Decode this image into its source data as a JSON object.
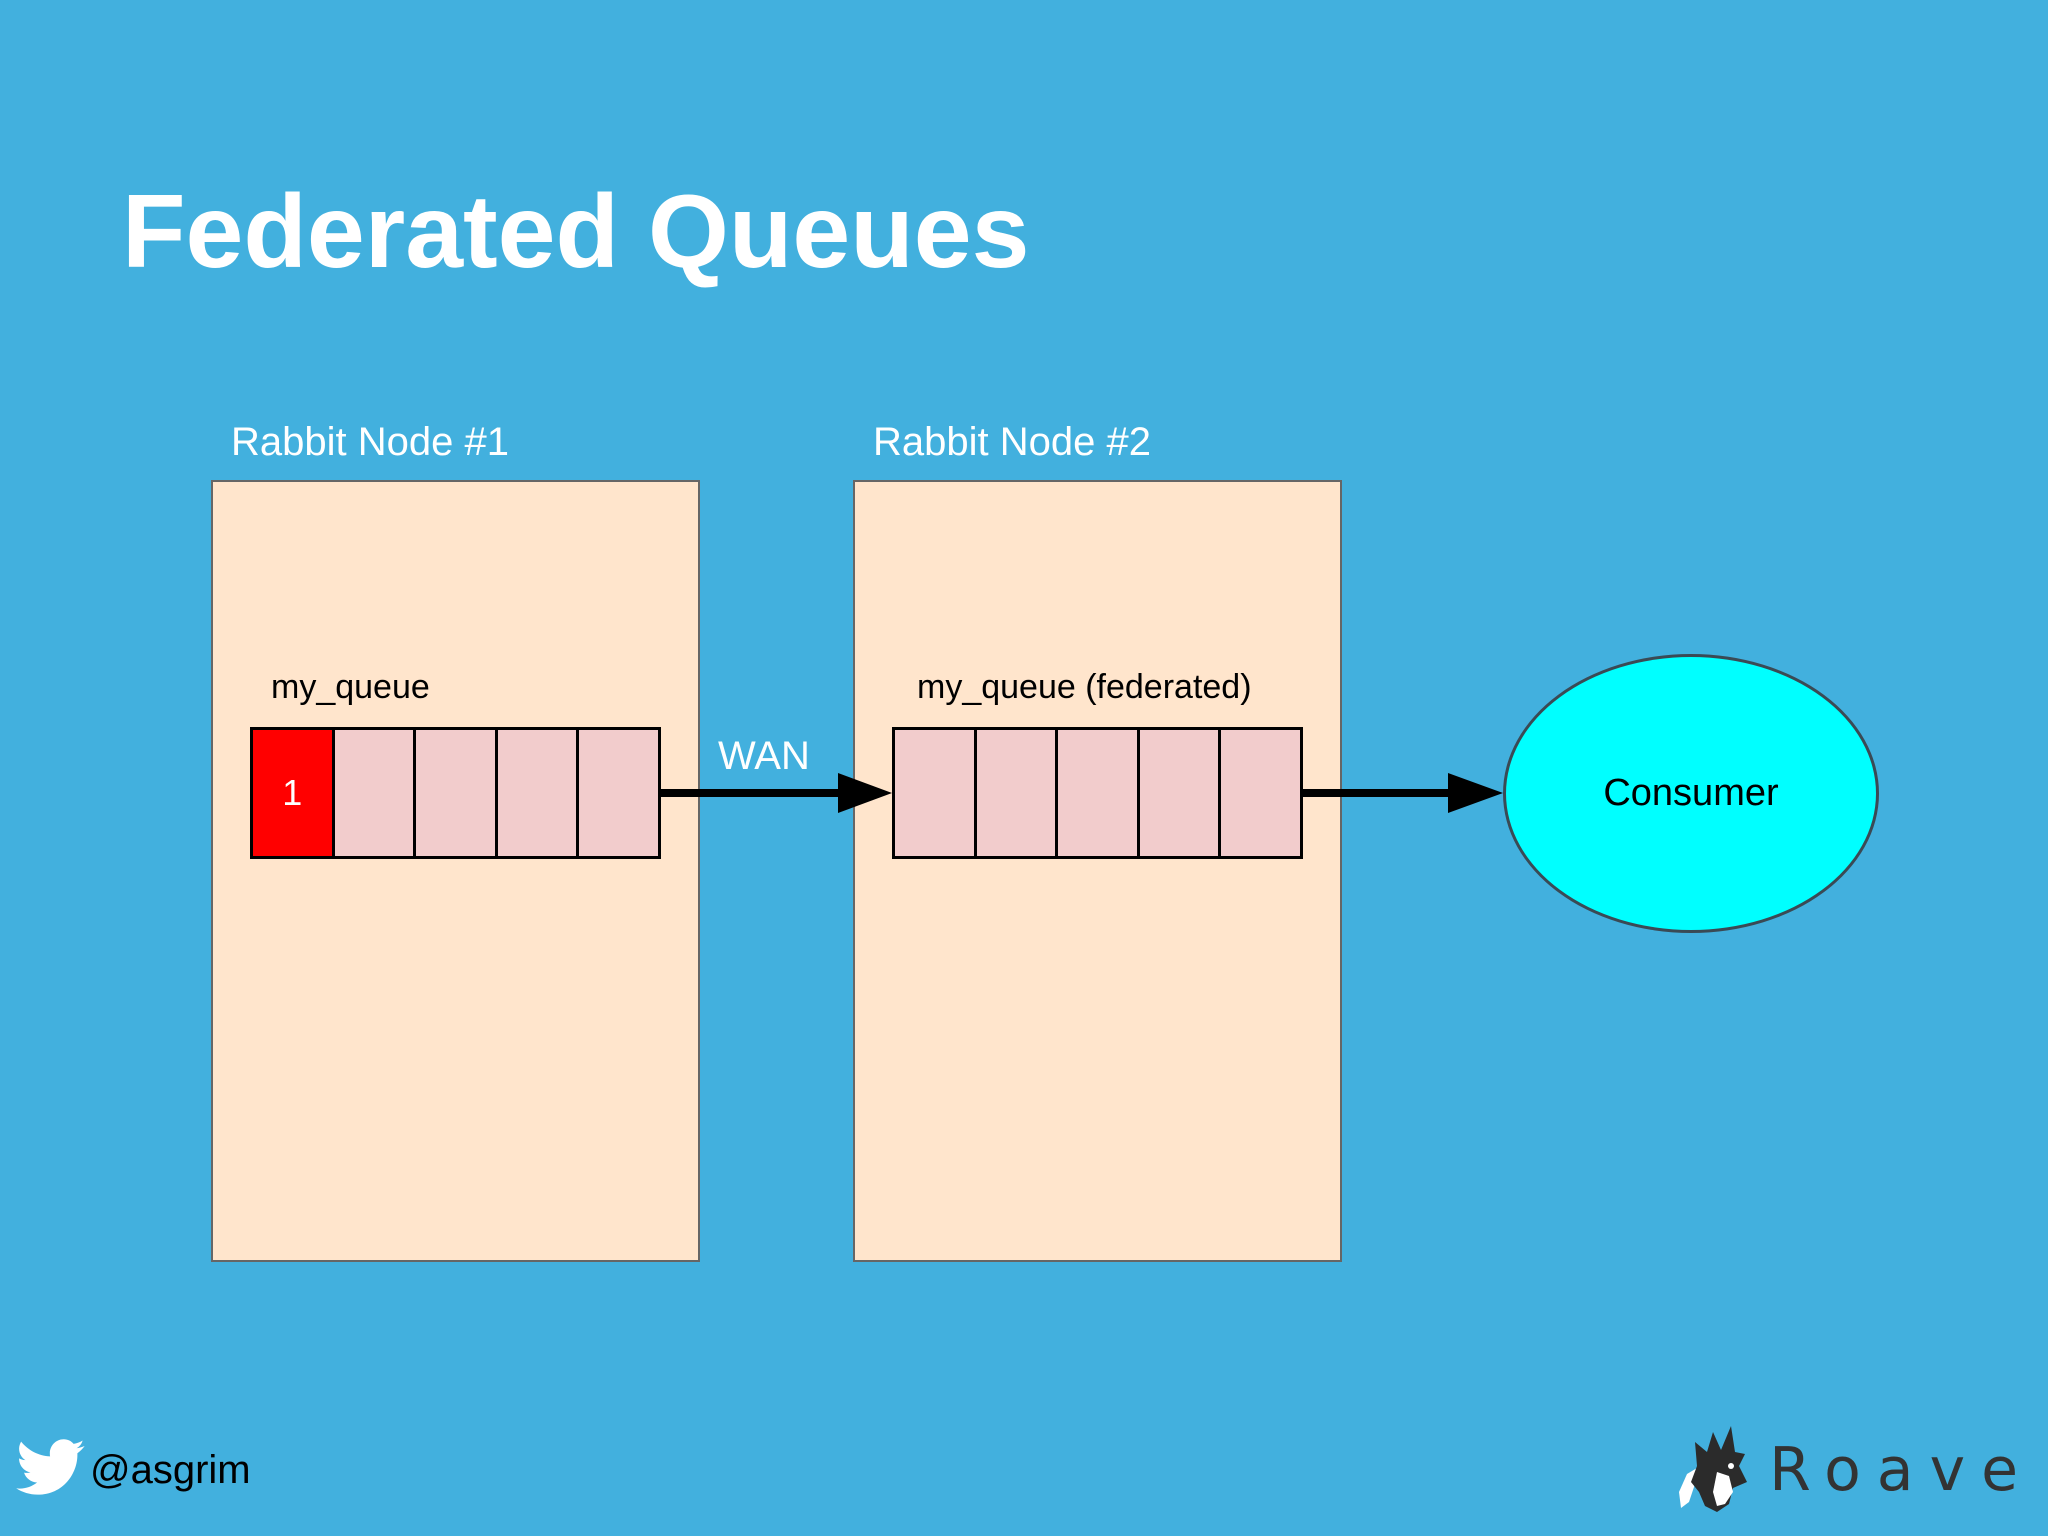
{
  "slide": {
    "title": "Federated Queues"
  },
  "nodes": [
    {
      "label": "Rabbit Node #1",
      "queue_label": "my_queue",
      "queue_cells": [
        "1",
        "",
        "",
        "",
        ""
      ]
    },
    {
      "label": "Rabbit Node #2",
      "queue_label": "my_queue (federated)",
      "queue_cells": [
        "",
        "",
        "",
        "",
        ""
      ]
    }
  ],
  "link_label": "WAN",
  "consumer_label": "Consumer",
  "footer": {
    "twitter_icon": "twitter-bird-icon",
    "handle": "@asgrim",
    "brand_name": "Roave",
    "brand_icon": "roave-dog-logo"
  },
  "colors": {
    "background": "#42b0de",
    "node_fill": "#ffe5cc",
    "queue_cell": "#f2cccc",
    "message_cell": "#ff0000",
    "consumer_fill": "#00ffff"
  }
}
